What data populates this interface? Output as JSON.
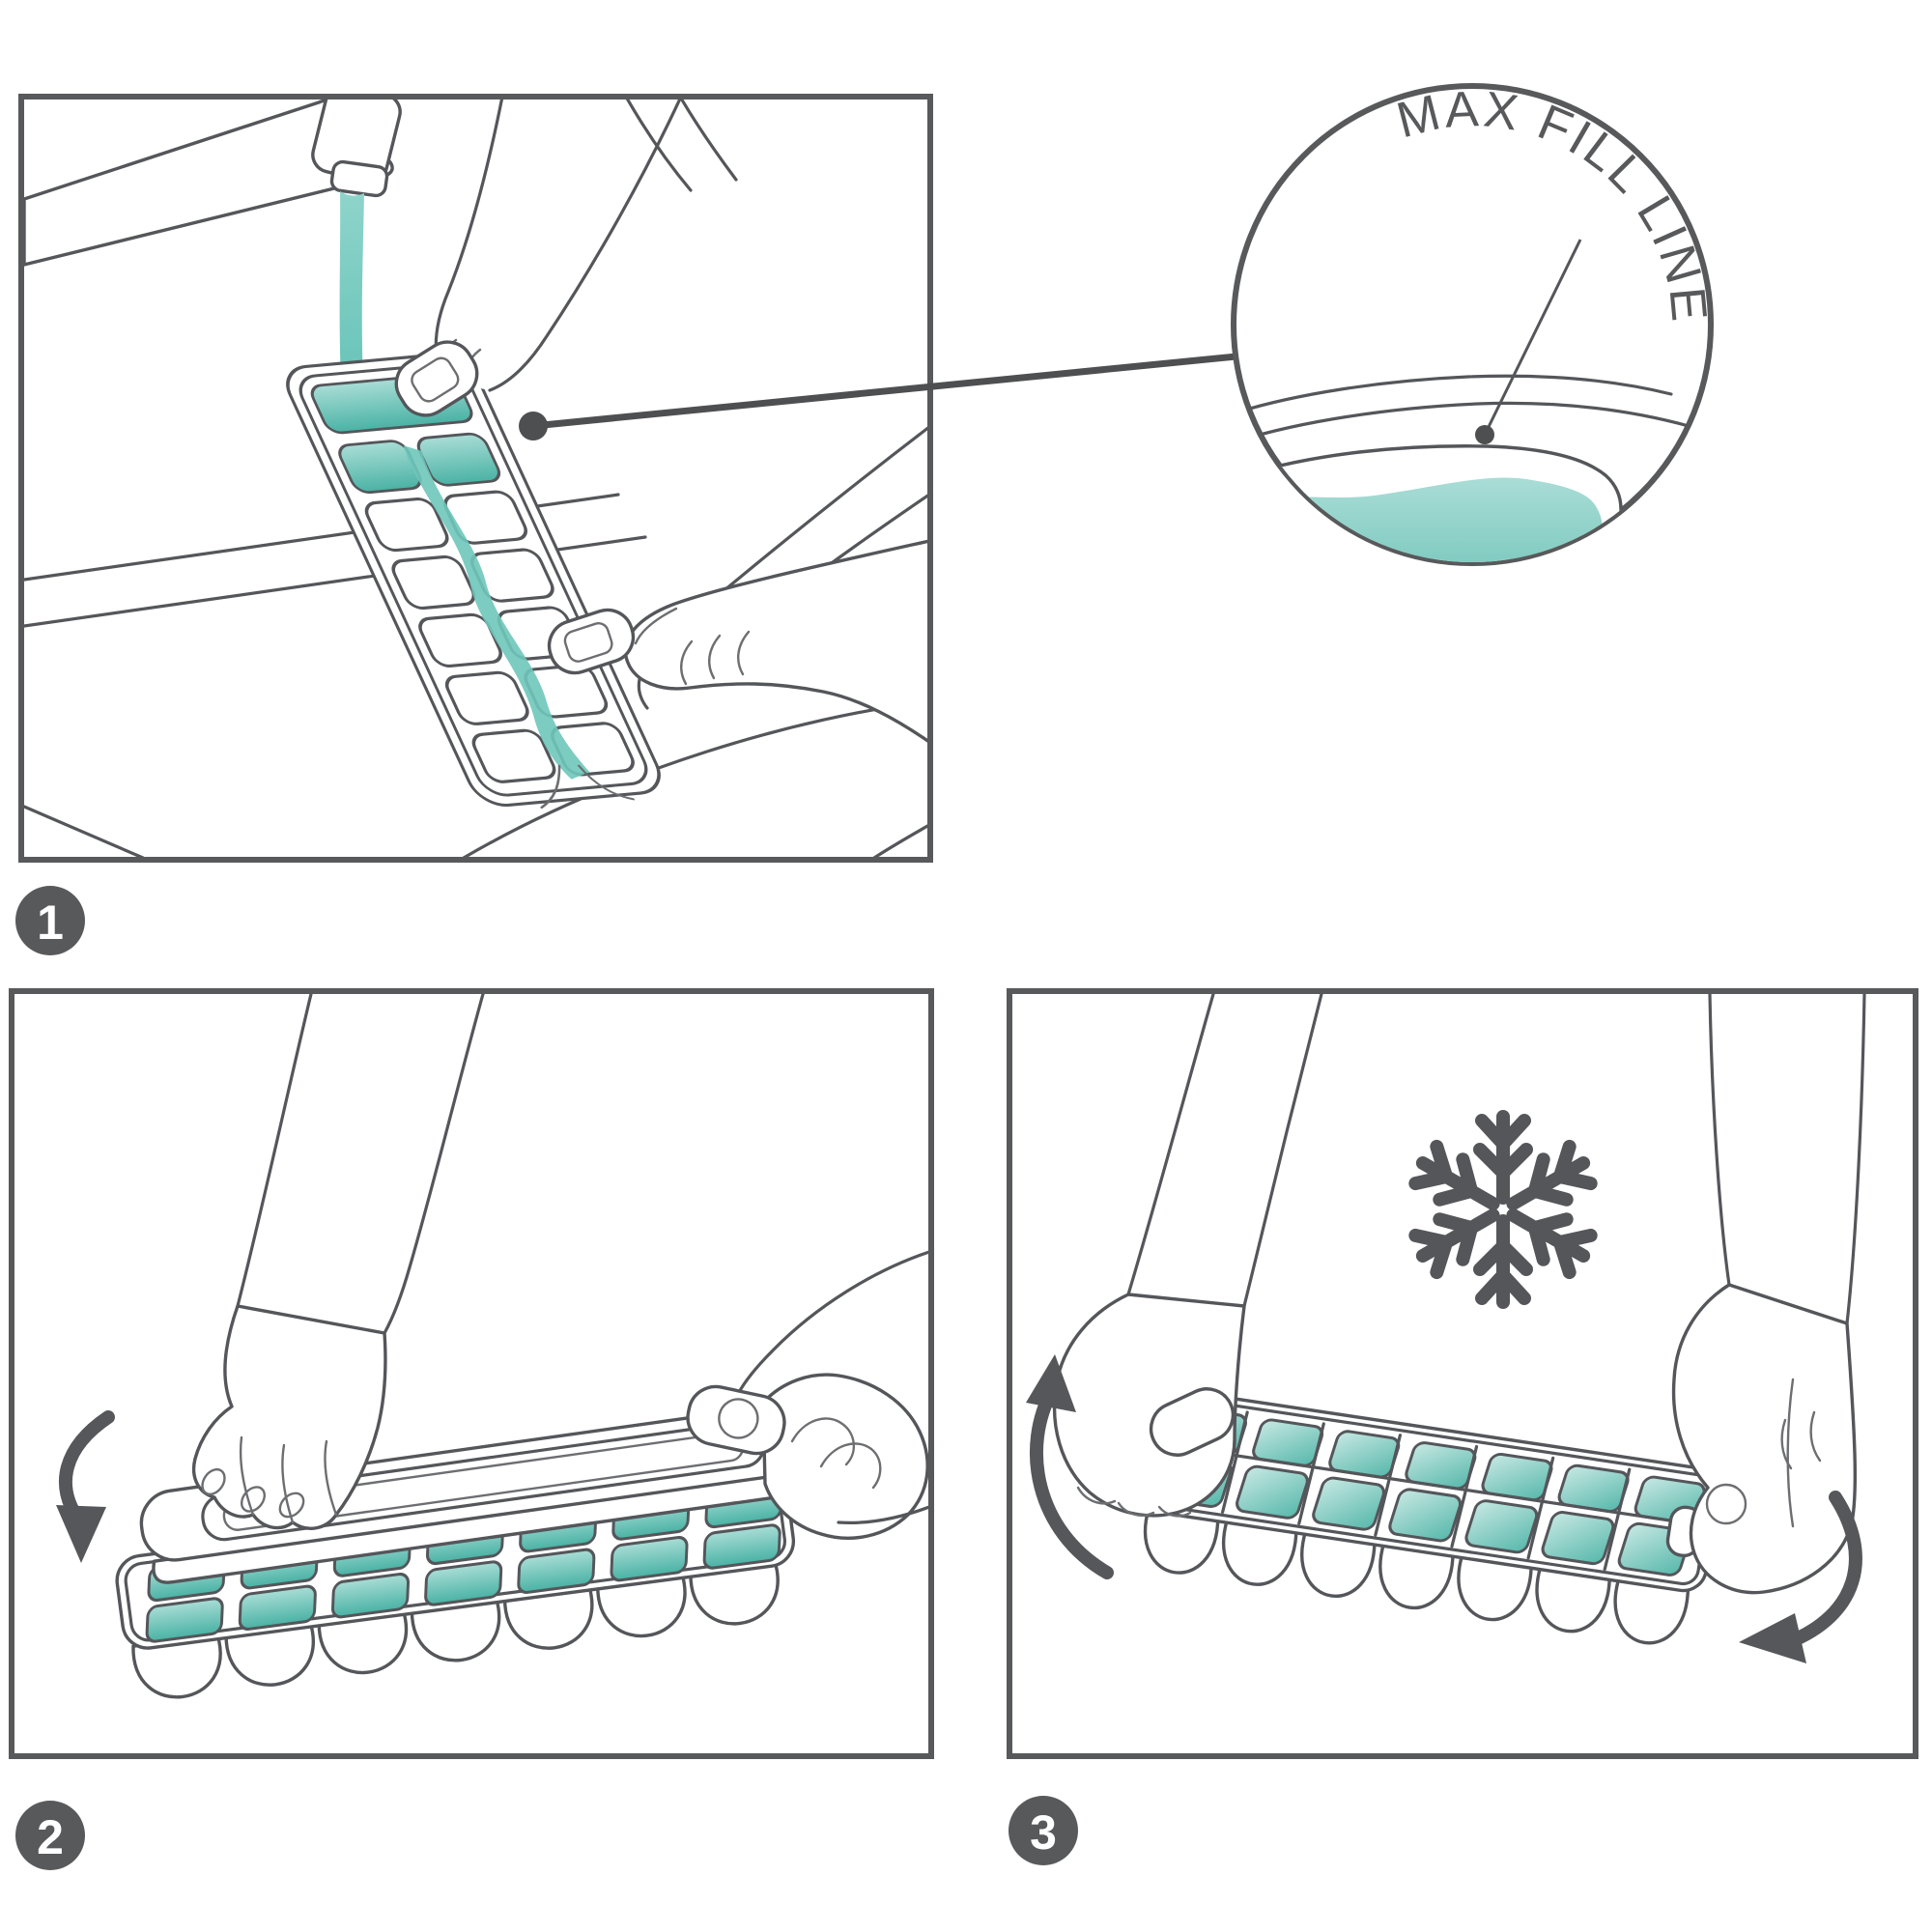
{
  "callout": {
    "label": "MAX FILL LINE",
    "dot_icon": "callout-dot"
  },
  "steps": [
    {
      "number": "1"
    },
    {
      "number": "2"
    },
    {
      "number": "3"
    }
  ],
  "icons": {
    "panel1": [
      "faucet-icon",
      "water-stream",
      "ice-cube-tray",
      "hand",
      "sink"
    ],
    "panel2": [
      "ice-cube-tray",
      "tray-lid",
      "hand",
      "curved-arrow-down"
    ],
    "panel3": [
      "snowflake-icon",
      "ice-cube-tray",
      "hand",
      "curved-arrow-up",
      "curved-arrow-down"
    ]
  },
  "colors": {
    "line": "#54565a",
    "panel_border": "#58595b",
    "badge_background": "#58595b",
    "badge_number": "#ffffff",
    "water_light": "#a9ddd6",
    "water_dark": "#49b2a4",
    "cube_light": "#c9e9e4",
    "cube_dark": "#55b7aa",
    "stream_light": "#8fd4cb",
    "stream_dark": "#5fc0b3",
    "arrow": "#55575a",
    "label_text": "#58595b"
  }
}
